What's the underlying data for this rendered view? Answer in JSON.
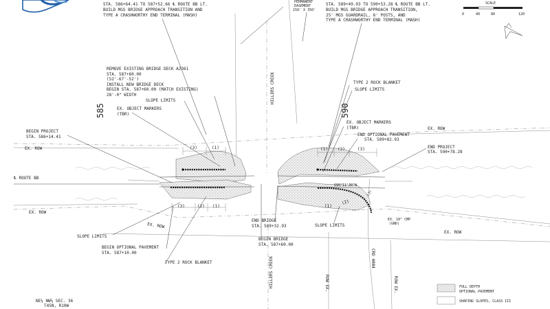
{
  "colors": {
    "ink": "#222222",
    "line": "#444444",
    "light_line": "#888888",
    "hatch": "#b8b8b8",
    "rail": "#111111",
    "background": "#ffffff"
  },
  "notes": {
    "top_left": [
      "STA. 586+64.41 TO 587+52.66 ℄ ROUTE BB LT.",
      "BUILD MGS BRIDGE APPROACH TRANSITION AND",
      "TYPE A CRASHWORTHY END TERMINAL (MASH)"
    ],
    "top_right": [
      "STA. 589+49.03 TO 590+53.28 ℄ ROUTE BB LT.",
      "BUILD MGS BRIDGE APPROACH TRANSITION,",
      "25' MGS GUARDRAIL, 6' POSTS, AND",
      "TYPE A CRASHWORTHY END TERMINAL (MASH)"
    ],
    "permanent_easement": [
      "PERMANENT",
      "EASEMENT",
      "150' X 350'"
    ],
    "remove_bridge": [
      "REMOVE EXISTING BRIDGE DECK A2361",
      "STA. 587+60.00",
      "(52'-67'-52')",
      "INSTALL NEW BRIDGE DECK",
      "BEGIN STA. 587+60.00 (MATCH EXISTING)",
      "28'-0\" WIDTH"
    ],
    "slope_limits": "SLOPE LIMITS",
    "ex_object_markers": [
      "EX. OBJECT MARKERS",
      "(TBR)"
    ],
    "type2_rock_blanket": "TYPE 2 ROCK BLANKET",
    "begin_project": [
      "BEGIN PROJECT",
      "STA. 586+14.41"
    ],
    "end_optional_pavement": [
      "END OPTIONAL PAVEMENT",
      "STA. 589+82.93"
    ],
    "end_project": [
      "END PROJECT",
      "STA. 590+78.28"
    ],
    "begin_optional_pavement": [
      "BEGIN OPTIONAL PAVEMENT",
      "STA. 587+10.00"
    ],
    "end_bridge": [
      "END BRIDGE",
      "STA. 589+32.93"
    ],
    "begin_bridge": [
      "BEGIN BRIDGE",
      "STA. 587+60.00"
    ],
    "section": [
      "NE¼ NW¼ SEC. 36",
      "T45N, R10W"
    ],
    "route_label": "℄ ROUTE BB",
    "ex_row": "EX. ROW",
    "hillers_creek": "HILLERS CREEK",
    "crd": "CRD 4004",
    "ex_cmp": [
      "EX. 18\" CMP",
      "(GND)"
    ],
    "row_ex": "ROW EX.",
    "curve_angle": "G90°11'30\"W",
    "station_585": "585",
    "station_590": "590",
    "dims": {
      "d1": "(1)",
      "d2": "(2)",
      "d3": "(3)"
    }
  },
  "scale_bar": {
    "label": "SCALE",
    "ticks": [
      "0",
      "40",
      "80",
      "120"
    ]
  },
  "legend": {
    "items": [
      {
        "label": [
          "FULL DEPTH",
          "OPTIONAL PAVEMENT"
        ],
        "pattern": "hatch"
      },
      {
        "label": [
          "SHAPING SLOPES, CLASS III"
        ],
        "pattern": "blank"
      }
    ]
  }
}
